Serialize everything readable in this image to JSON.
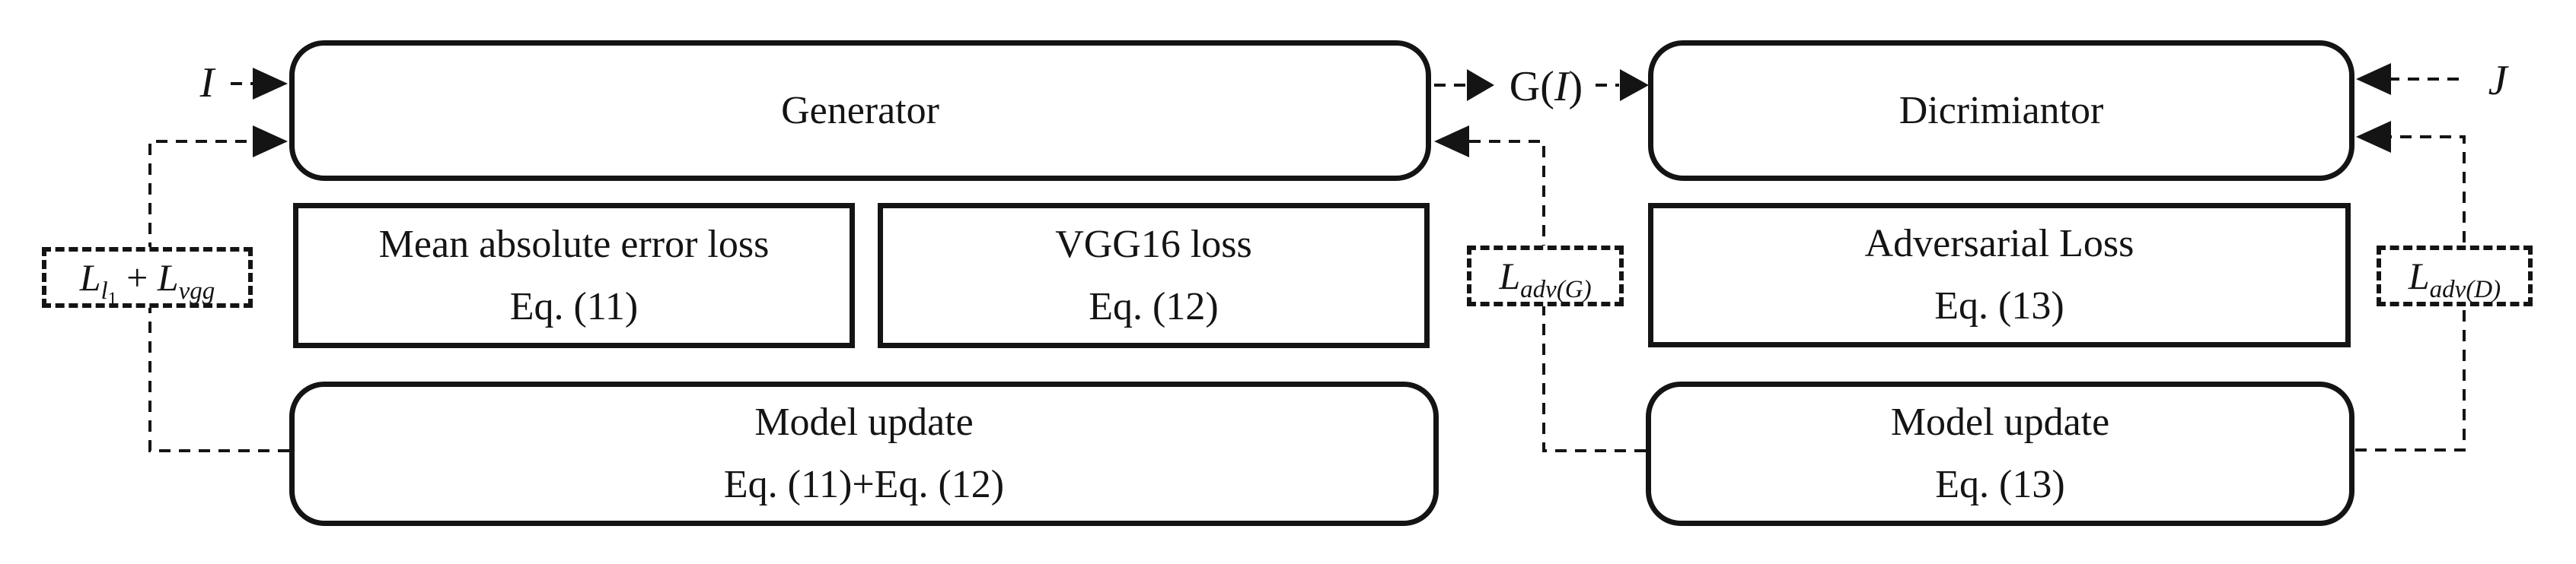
{
  "diagram": {
    "title": "GAN training flow diagram",
    "background_color": "#ffffff",
    "line_color": "#141414"
  },
  "nodes": {
    "generator": {
      "label": "Generator"
    },
    "discriminator": {
      "label": "Dicrimiantor"
    },
    "mae_loss": {
      "line1": "Mean absolute error loss",
      "line2": "Eq. (11)"
    },
    "vgg_loss": {
      "line1": "VGG16 loss",
      "line2": "Eq. (12)"
    },
    "adv_loss": {
      "line1": "Adversarial Loss",
      "line2": "Eq. (13)"
    },
    "gen_update": {
      "line1": "Model update",
      "line2": "Eq. (11)+Eq. (12)"
    },
    "disc_update": {
      "line1": "Model update",
      "line2": "Eq. (13)"
    }
  },
  "labels": {
    "input_i": "I",
    "input_j": "J",
    "gen_output": {
      "prefix": "G(",
      "arg": "I",
      "suffix": ")"
    },
    "l1_vgg": {
      "L1": "L",
      "sub1": "l",
      "sub1sub": "1",
      "plus": " + ",
      "L2": "L",
      "sub2": "vgg"
    },
    "adv_g": {
      "L": "L",
      "sub": "adv(G)"
    },
    "adv_d": {
      "L": "L",
      "sub": "adv(D)"
    }
  }
}
